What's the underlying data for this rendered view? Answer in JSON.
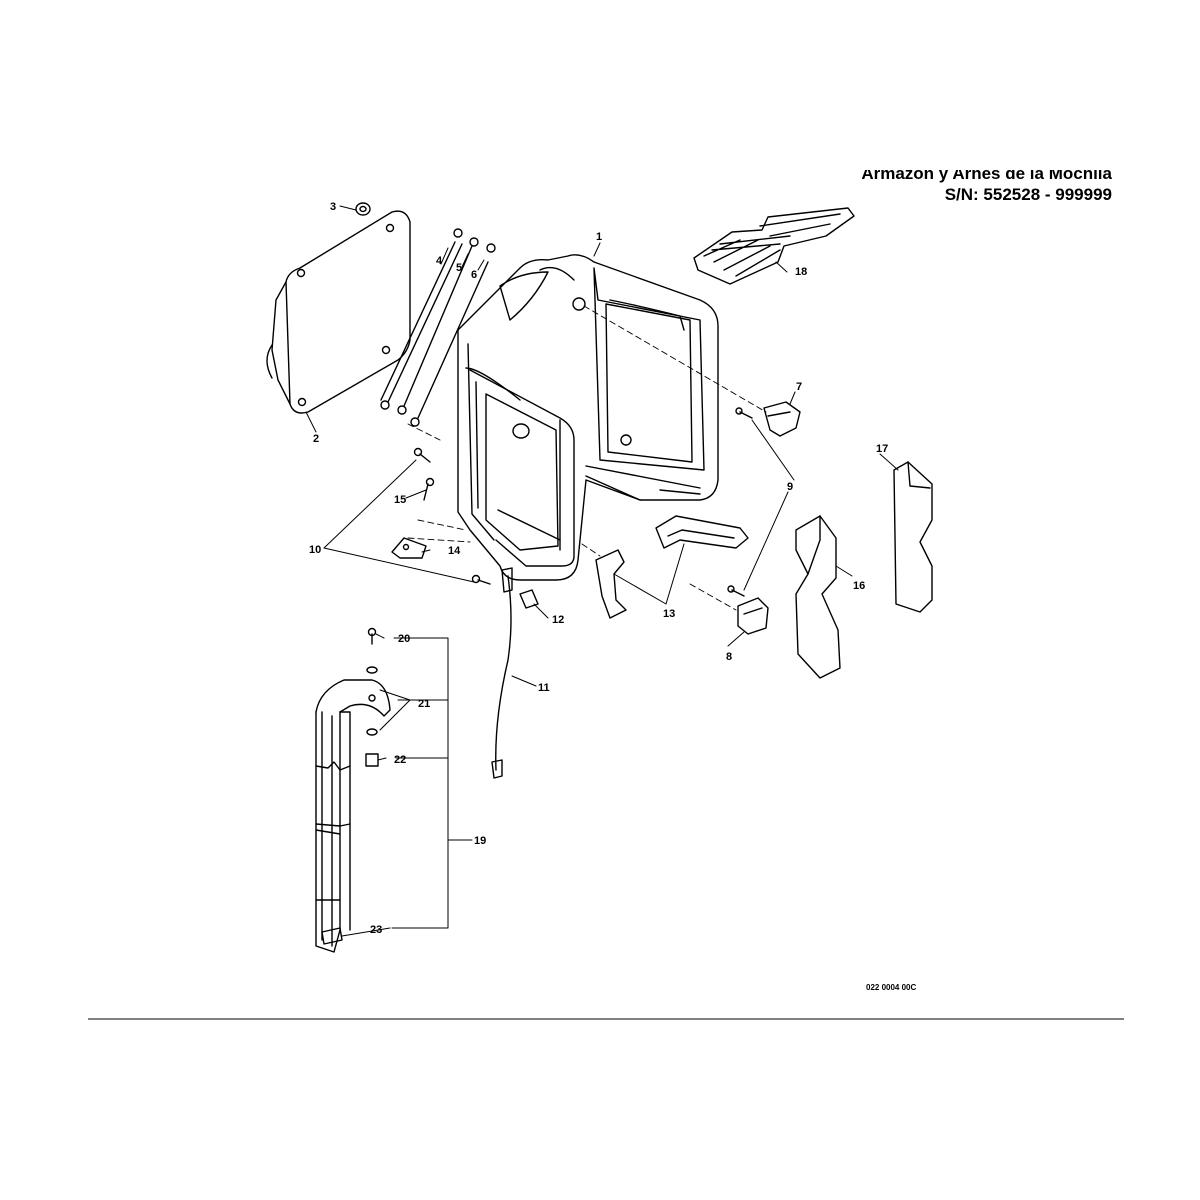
{
  "header": {
    "title_line1": "Armazón y Arnés de la Mochila",
    "title_line2": "S/N: 552528 - 999999"
  },
  "drawing_code": "022 0004 00C",
  "callouts": {
    "c1": "1",
    "c2": "2",
    "c3": "3",
    "c4": "4",
    "c5": "5",
    "c6": "6",
    "c7": "7",
    "c8": "8",
    "c9": "9",
    "c10": "10",
    "c11": "11",
    "c12": "12",
    "c13": "13",
    "c14": "14",
    "c15": "15",
    "c16": "16",
    "c17": "17",
    "c18": "18",
    "c19": "19",
    "c20": "20",
    "c21": "21",
    "c22": "22",
    "c23": "23"
  }
}
